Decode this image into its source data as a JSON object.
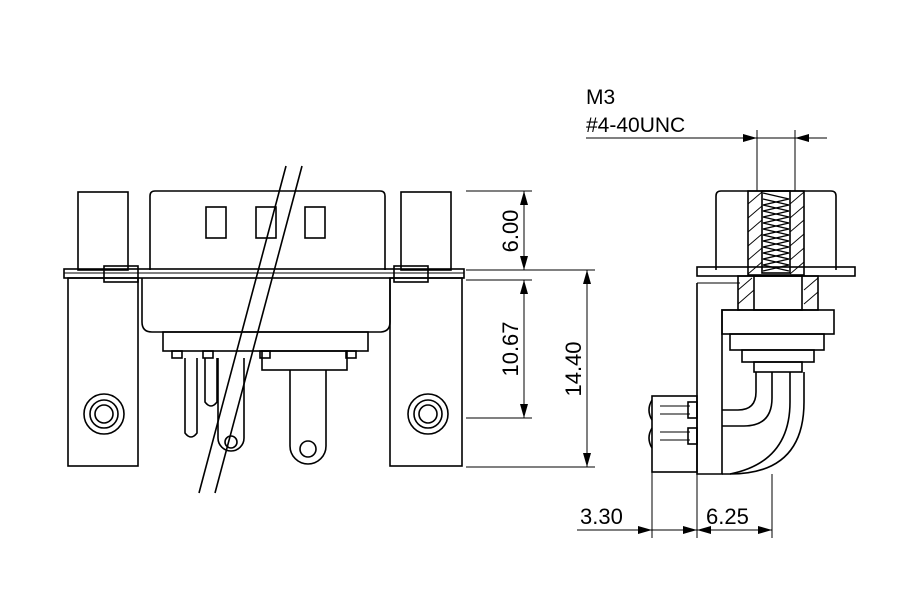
{
  "dimensions": {
    "height_upper": "6.00",
    "height_lower": "10.67",
    "height_total": "14.40",
    "side_left": "3.30",
    "side_right": "6.25"
  },
  "notes": {
    "thread_metric": "M3",
    "thread_unc": "#4-40UNC"
  }
}
